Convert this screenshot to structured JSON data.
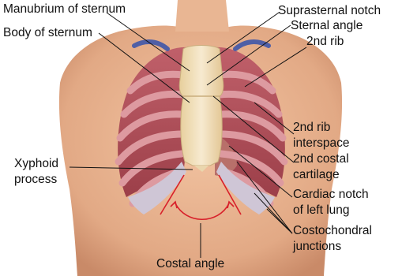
{
  "labels": {
    "manubrium": "Manubrium of sternum",
    "body_of_sternum": "Body of sternum",
    "suprasternal_notch": "Suprasternal notch",
    "sternal_angle": "Sternal angle",
    "second_rib": "2nd rib",
    "second_rib_interspace_1": "2nd rib",
    "second_rib_interspace_2": "interspace",
    "second_costal_cartilage_1": "2nd costal",
    "second_costal_cartilage_2": "cartilage",
    "cardiac_notch_1": "Cardiac notch",
    "cardiac_notch_2": "of left lung",
    "costochondral_1": "Costochondral",
    "costochondral_2": "junctions",
    "xyphoid_1": "Xyphoid",
    "xyphoid_2": "process",
    "costal_angle": "Costal angle"
  },
  "colors": {
    "skin": "#e7b08c",
    "lung": "#b8545b",
    "rib": "#dd9aa0",
    "cartilage": "#cfc6d6",
    "sternum": "#f1dfb5",
    "vessel": "#4f5fa6",
    "angle_marker": "#d8202a"
  }
}
